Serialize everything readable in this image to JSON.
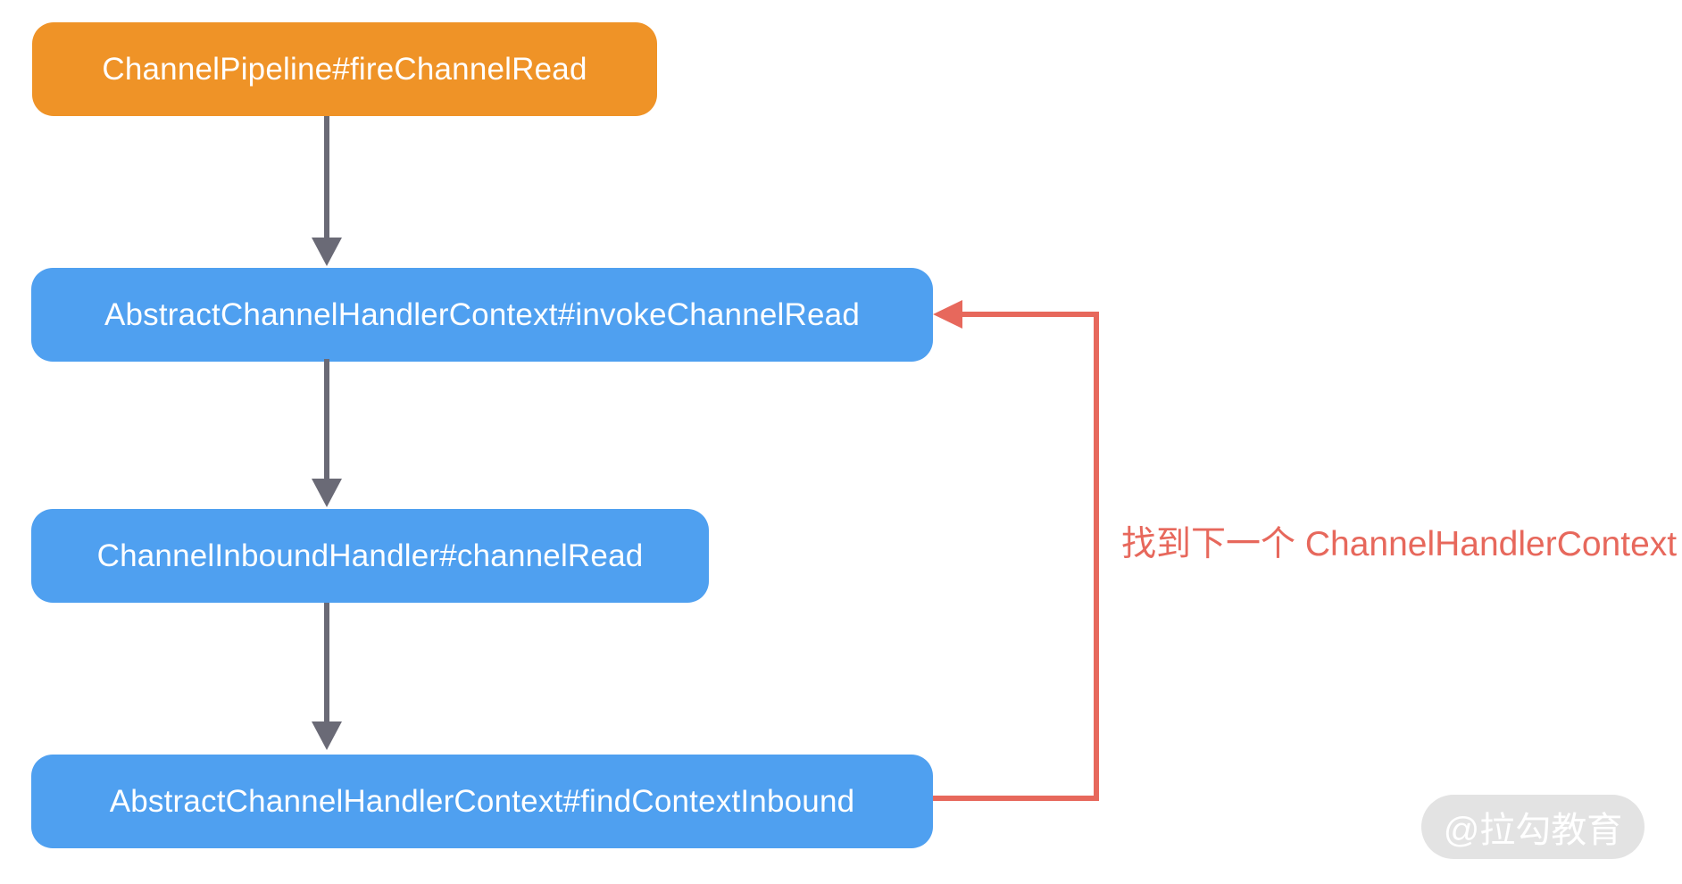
{
  "diagram": {
    "type": "flowchart",
    "nodes": [
      {
        "id": "fire",
        "label": "ChannelPipeline#fireChannelRead",
        "role": "start",
        "color": "#EF9327"
      },
      {
        "id": "invoke",
        "label": "AbstractChannelHandlerContext#invokeChannelRead",
        "role": "step",
        "color": "#4FA0F0"
      },
      {
        "id": "read",
        "label": "ChannelInboundHandler#channelRead",
        "role": "step",
        "color": "#4FA0F0"
      },
      {
        "id": "find",
        "label": "AbstractChannelHandlerContext#findContextInbound",
        "role": "step",
        "color": "#4FA0F0"
      }
    ],
    "edges": [
      {
        "from": "fire",
        "to": "invoke",
        "style": "straight-down",
        "color": "#6A6A76"
      },
      {
        "from": "invoke",
        "to": "read",
        "style": "straight-down",
        "color": "#6A6A76"
      },
      {
        "from": "read",
        "to": "find",
        "style": "straight-down",
        "color": "#6A6A76"
      },
      {
        "from": "find",
        "to": "invoke",
        "style": "loop-right",
        "color": "#E7685C"
      }
    ],
    "annotation": {
      "label": "找到下一个 ChannelHandlerContext",
      "color": "#E7685C"
    },
    "watermark": {
      "label": "@拉勾教育",
      "bg_color": "#E3E3E3",
      "text_color": "#FFFFFF"
    }
  }
}
